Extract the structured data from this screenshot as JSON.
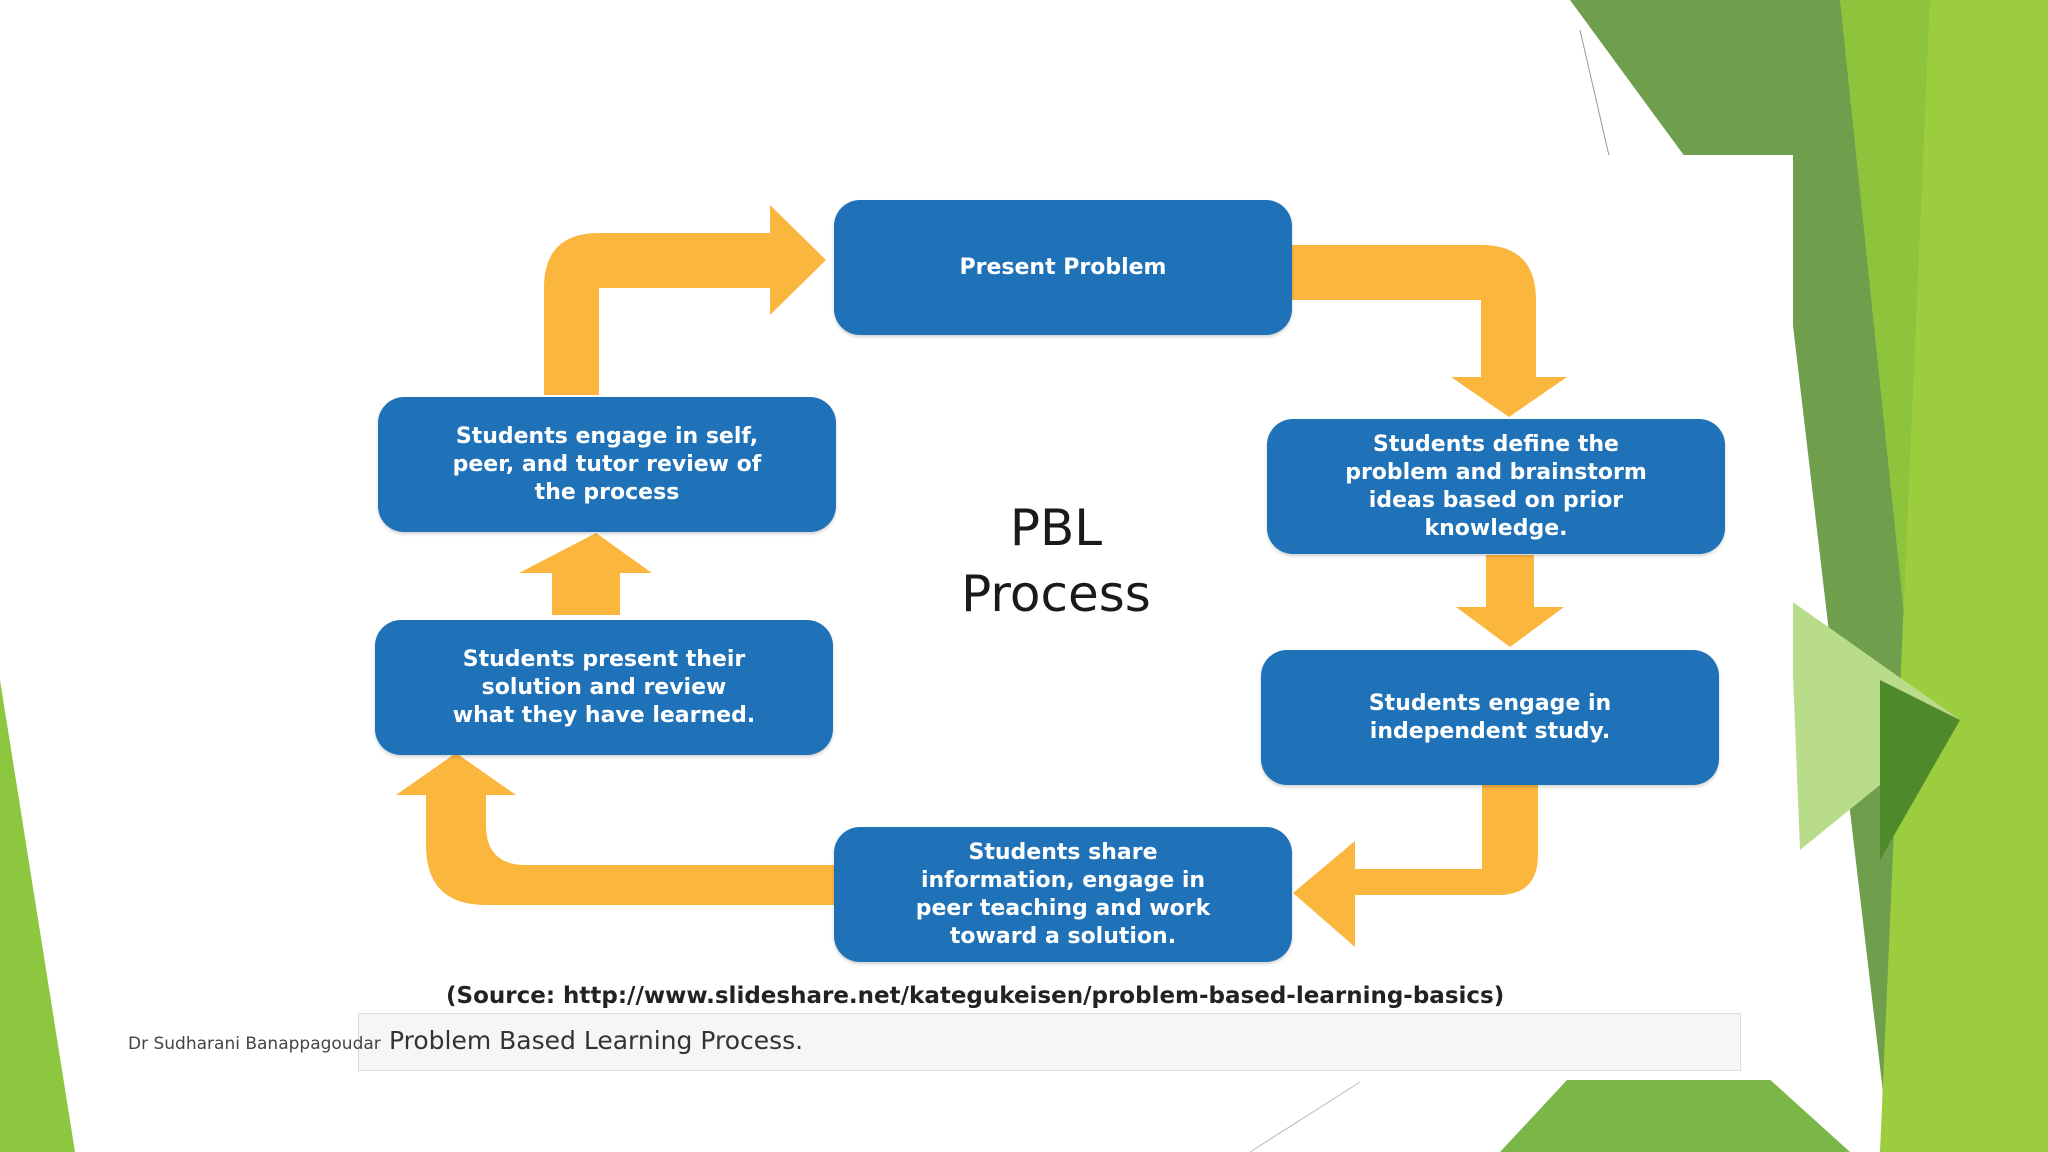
{
  "diagram": {
    "center_title": "PBL\nProcess",
    "steps": [
      {
        "label": "Present Problem"
      },
      {
        "label": "Students define the\nproblem and brainstorm\nideas  based on prior\nknowledge."
      },
      {
        "label": "Students engage in\nindependent study."
      },
      {
        "label": "Students share\ninformation, engage in\npeer teaching and work\ntoward a solution."
      },
      {
        "label": "Students present their\nsolution and review\nwhat they have learned."
      },
      {
        "label": "Students engage in self,\npeer, and tutor review of\nthe process"
      }
    ],
    "source": "(Source: http://www.slideshare.net/kategukeisen/problem-based-learning-basics)",
    "caption": "Problem Based Learning Process."
  },
  "footer": {
    "author": "Dr Sudharani Banappagoudar"
  },
  "colors": {
    "box": "#1f72b8",
    "arrow": "#fbb63e",
    "green_light": "#8dc63f",
    "green_dark": "#5a9b32"
  }
}
